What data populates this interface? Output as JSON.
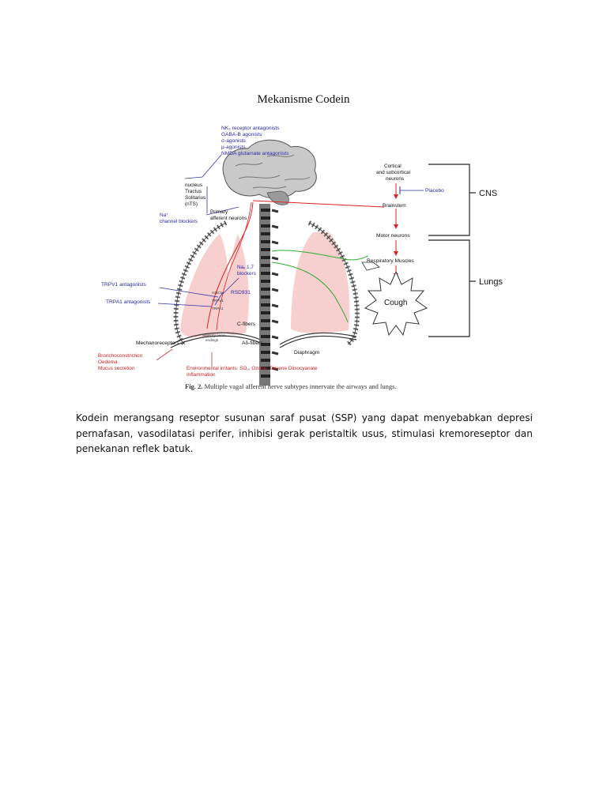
{
  "page": {
    "title": "Mekanisme Codein",
    "paragraph": "Kodein merangsang reseptor susunan saraf pusat (SSP) yang dapat menyebabkan depresi pernafasan, vasodilatasi perifer, inhibisi gerak peristaltik usus, stimulasi kremoreseptor dan penekanan reflek batuk."
  },
  "figure": {
    "caption_prefix": "Fig. 2.",
    "caption_text": "Multiple vagal afferent nerve subtypes innervate the airways and lungs.",
    "drug_list": [
      "NK₃ receptor antagonists",
      "GABA-B agonists",
      "σ-agonists",
      "μ-agonists",
      "NMDA glutamate antagonists"
    ],
    "nts_lines": [
      "nucleus",
      "Tractus",
      "Solitarius",
      "(nTS)"
    ],
    "na_blockers": [
      "Na⁺",
      "channel blockers"
    ],
    "primary_afferent": [
      "Primary",
      "afferent neurons"
    ],
    "trpv1": "TRPV1 antagonists",
    "trpa1": "TRPA1 antagonists",
    "nav": [
      "Naᵥ 1.7",
      "blockers"
    ],
    "rsd": "RSD931",
    "asic": "ASICs",
    "trpv1_small": "TRPV1",
    "trpa1_small": "TRPA1",
    "cfibers": "C-fibers",
    "adelta": "Aδ-fibers",
    "mechano": "Mechanoreceptors",
    "sensory_nerve": [
      "Sensory nerve",
      "endings"
    ],
    "diaphragm": "Diaphragm",
    "airway_effects": [
      "Bronchoconstriction",
      "Oedema",
      "Mucus secretion"
    ],
    "irritants": [
      "Environmental irritants: SO₂, Ozone, Toluene Diisocyanate",
      "Inflammation"
    ],
    "cortical": [
      "Cortical",
      "and subcortical",
      "neurons"
    ],
    "placebo": "Placebo",
    "brainstem": "Brainstem",
    "motor": "Motor neurons",
    "resp_muscles": "Respiratory Muscles",
    "cough": "Cough",
    "cns": "CNS",
    "lungs": "Lungs"
  }
}
